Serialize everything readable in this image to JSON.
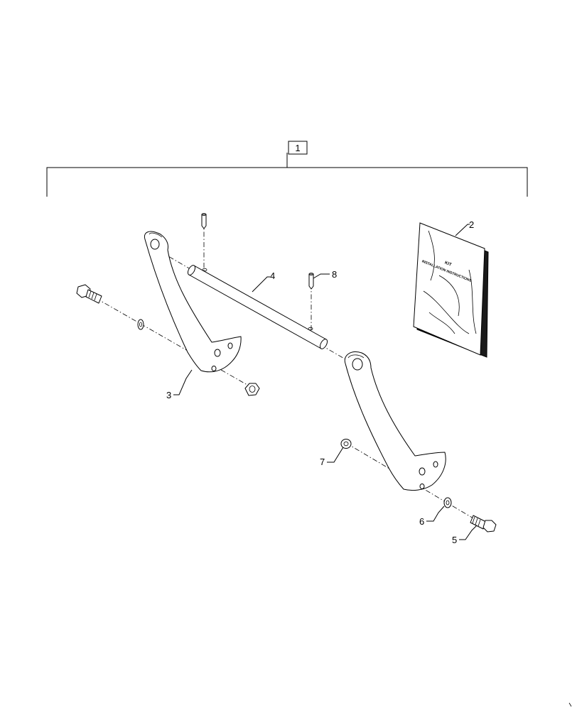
{
  "callouts": {
    "kit": "1",
    "manual": "2",
    "bracket_left": "3",
    "shaft": "4",
    "bolt": "5",
    "washer": "6",
    "bushing": "7",
    "pin": "8"
  },
  "manual_cover": {
    "line1": "KIT",
    "line2": "INSTALLATION INSTRUCTIONS"
  },
  "icons": {
    "kit_box": "boxed-callout",
    "bracket": "bracket-arm",
    "shaft": "cylindrical-shaft",
    "bolt": "hex-bolt",
    "washer": "flat-washer",
    "nut": "hex-nut",
    "bushing": "bushing",
    "pin": "roll-pin",
    "manual": "instruction-booklet"
  }
}
